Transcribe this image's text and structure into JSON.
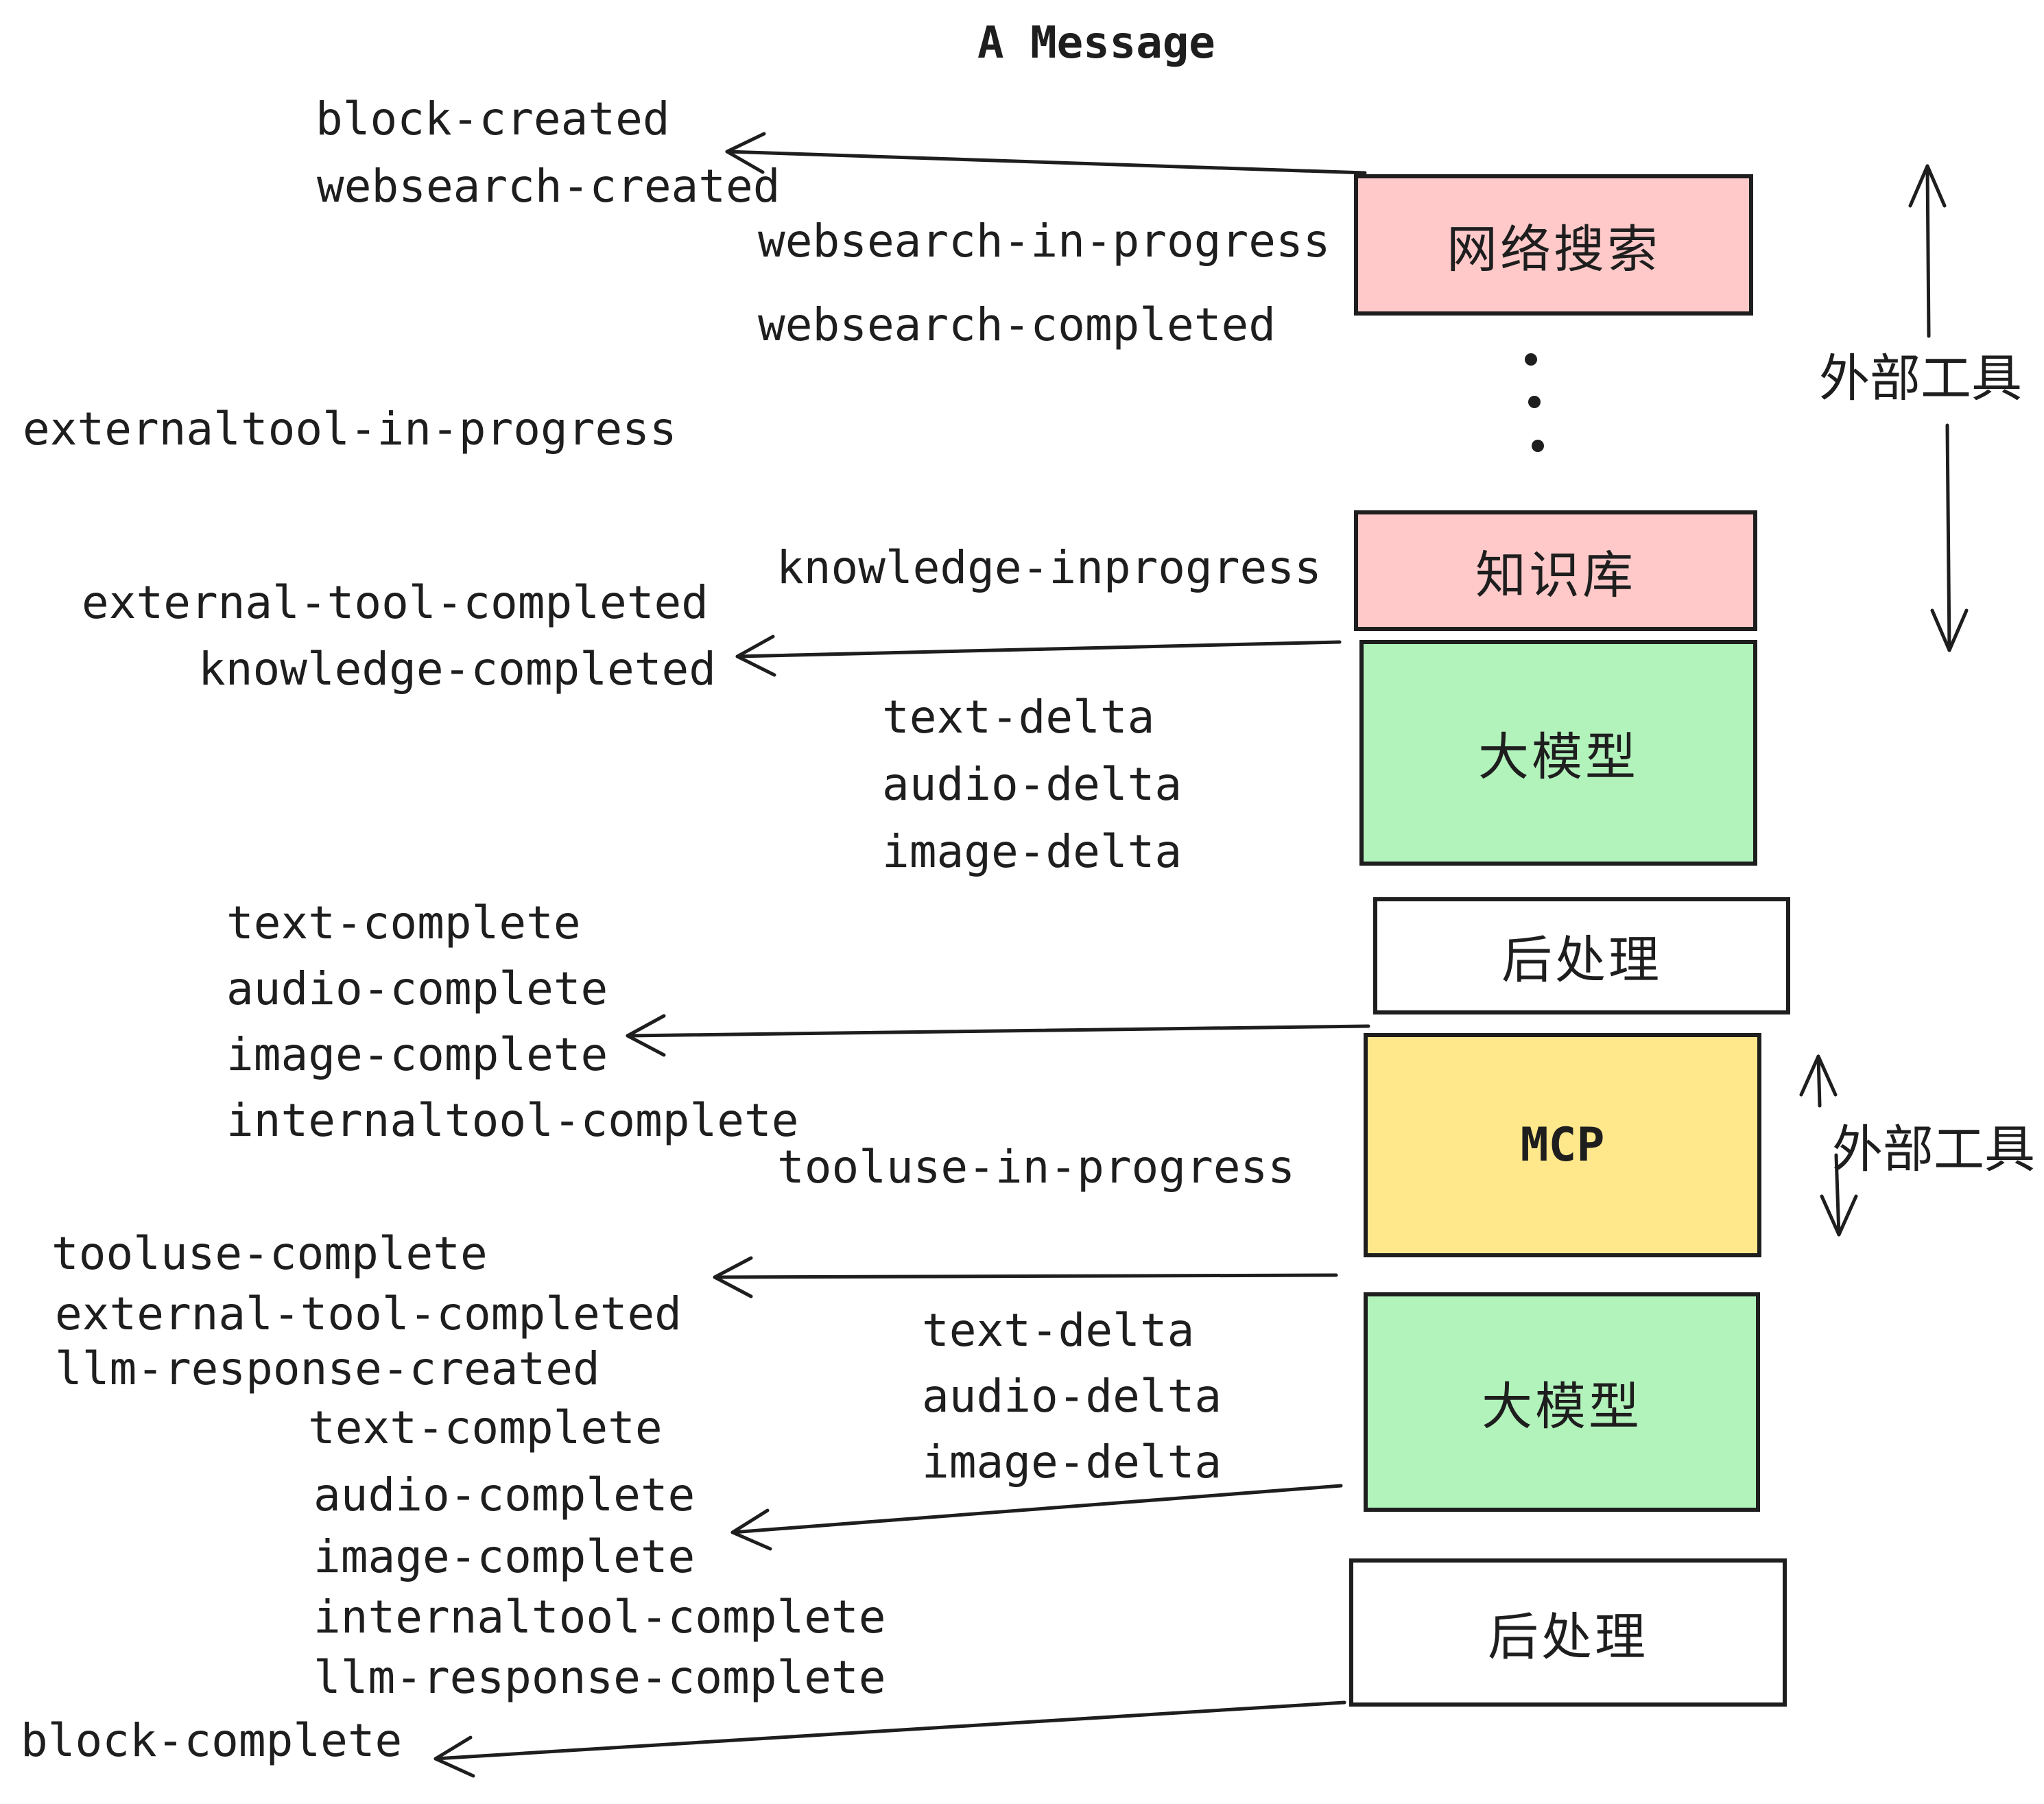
{
  "title": "A Message",
  "events": {
    "block_created": "block-created",
    "websearch_created": "websearch-created",
    "websearch_in_progress": "websearch-in-progress",
    "websearch_completed": "websearch-completed",
    "externaltool_in_progress": "externaltool-in-progress",
    "knowledge_inprogress": "knowledge-inprogress",
    "external_tool_completed_1": "external-tool-completed",
    "knowledge_completed": "knowledge-completed",
    "text_delta_1": "text-delta",
    "audio_delta_1": "audio-delta",
    "image_delta_1": "image-delta",
    "text_complete_1": "text-complete",
    "audio_complete_1": "audio-complete",
    "image_complete_1": "image-complete",
    "internaltool_complete_1": "internaltool-complete",
    "tooluse_in_progress": "tooluse-in-progress",
    "tooluse_complete": "tooluse-complete",
    "external_tool_completed_2": "external-tool-completed",
    "llm_response_created": "llm-response-created",
    "text_delta_2": "text-delta",
    "audio_delta_2": "audio-delta",
    "image_delta_2": "image-delta",
    "text_complete_2": "text-complete",
    "audio_complete_2": "audio-complete",
    "image_complete_2": "image-complete",
    "internaltool_complete_2": "internaltool-complete",
    "llm_response_complete": "llm-response-complete",
    "block_complete": "block-complete"
  },
  "boxes": {
    "websearch": {
      "label": "网络搜索",
      "fill": "#ffc9c9"
    },
    "knowledge": {
      "label": "知识库",
      "fill": "#ffc9c9"
    },
    "llm_1": {
      "label": "大模型",
      "fill": "#b2f2bb"
    },
    "post_1": {
      "label": "后处理",
      "fill": "#ffffff"
    },
    "mcp": {
      "label": "MCP",
      "fill": "#ffe88c"
    },
    "llm_2": {
      "label": "大模型",
      "fill": "#b2f2bb"
    },
    "post_2": {
      "label": "后处理",
      "fill": "#ffffff"
    }
  },
  "side_labels": {
    "external_tools_top": "外部工具",
    "external_tools_bottom": "外部工具"
  },
  "colors": {
    "ink": "#1e1e1e",
    "pink": "#ffc9c9",
    "green": "#b2f2bb",
    "yellow": "#ffe88c",
    "background": "#ffffff"
  }
}
